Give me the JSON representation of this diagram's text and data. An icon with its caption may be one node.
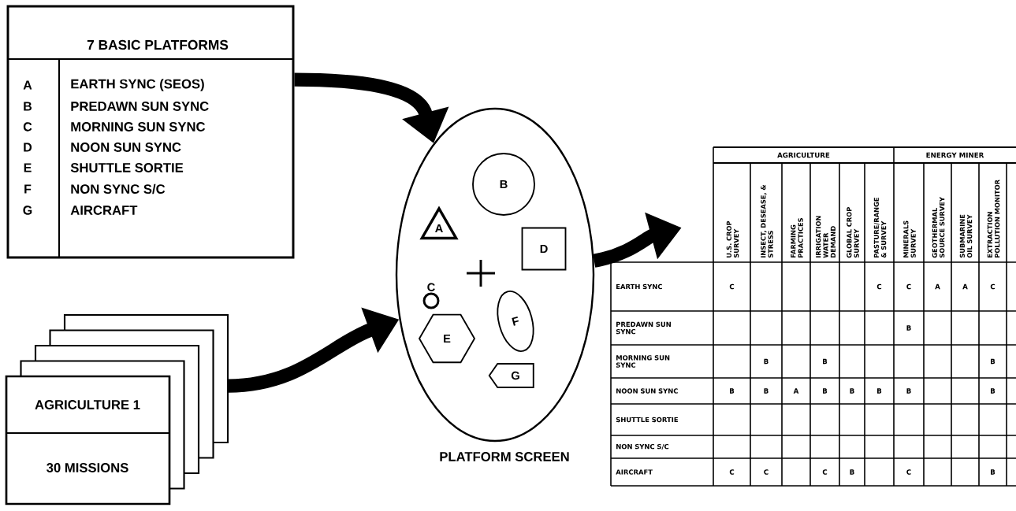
{
  "diagram": {
    "nodes": [
      {
        "text": [
          "7 BASIC PLATFORMS",
          "A",
          "EARTH SYNC (SEOS)",
          "B",
          "PREDAWN SUN SYNC",
          "C",
          "MORNING SUN SYNC",
          "D",
          "NOON SUN SYNC",
          "E",
          "SHUTTLE SORTIE",
          "F",
          "NON SYNC S/C",
          "G",
          "AIRCRAFT"
        ]
      },
      {
        "text": [
          "AGRICULTURE 1",
          "30 MISSIONS"
        ]
      },
      {
        "text": [
          "PLATFORM SCREEN"
        ]
      },
      {
        "text": [
          "B"
        ],
        "in": 2
      },
      {
        "text": [
          "A"
        ],
        "in": 2
      },
      {
        "text": [
          "D"
        ],
        "in": 2
      },
      {
        "text": [
          "C"
        ],
        "in": 2
      },
      {
        "text": [
          "E"
        ],
        "in": 2
      },
      {
        "text": [
          "F"
        ],
        "in": 2
      },
      {
        "text": [
          "G"
        ],
        "in": 2
      },
      {
        "text": [],
        "shape": "box"
      }
    ],
    "edges": [
      {
        "from": 0,
        "to": 2,
        "arrow": "to"
      },
      {
        "from": 1,
        "to": 2,
        "arrow": "to"
      },
      {
        "from": 2,
        "to": 10,
        "arrow": "to"
      }
    ],
    "labels": [
      "AGRICULTURE",
      "ENERGY MINER",
      "U.S. CROP SURVEY",
      "INSECT, DESEASE, & STRESS",
      "FARMING PRACTICES",
      "IRRIGATION WATER DEMAND",
      "GLOBAL CROP SURVEY",
      "PASTURE/RANGE & SURVEY",
      "MINERALS SURVEY",
      "GEOTHERMAL SOURCE SURVEY",
      "SUBMARINE OIL SURVEY",
      "EXTRACTION POLLUTION MONITOR",
      "EARTH SYNC",
      "C",
      "C",
      "C",
      "A",
      "A",
      "C",
      "PREDAWN SUN SYNC",
      "B",
      "MORNING SUN SYNC",
      "B",
      "B",
      "B",
      "NOON SUN SYNC",
      "B",
      "B",
      "A",
      "B",
      "B",
      "B",
      "B",
      "B",
      "SHUTTLE SORTIE",
      "NON SYNC S/C",
      "AIRCRAFT",
      "C",
      "C",
      "C",
      "B",
      "C",
      "B"
    ]
  }
}
